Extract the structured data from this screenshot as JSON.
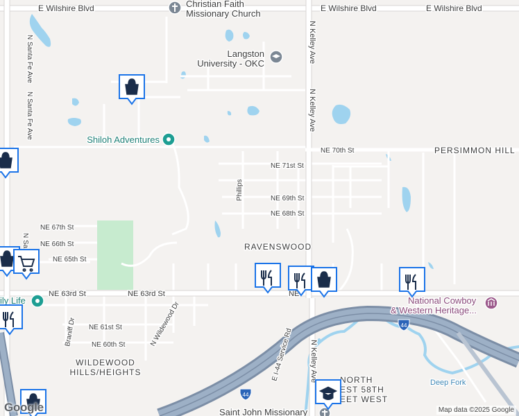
{
  "map": {
    "attribution": "Map data ©2025 Google",
    "logo_text": "Google",
    "colors": {
      "background": "#f4f2f0",
      "road": "#ffffff",
      "road_edge": "#d8d6d4",
      "highway": "#8e9fb3",
      "water": "#9fd3ef",
      "park": "#c7ebcf",
      "poi_teal": "#1e9e93",
      "pin_blue": "#1a73e8"
    }
  },
  "roads": {
    "e_wilshire_1": "E Wilshire Blvd",
    "e_wilshire_2": "E Wilshire Blvd",
    "e_wilshire_3": "E Wilshire Blvd",
    "n_santa_fe_1": "N Santa Fe Ave",
    "n_santa_fe_2": "N Santa Fe Ave",
    "n_kelley_1": "N Kelley Ave",
    "n_kelley_2": "N Kelley Ave",
    "n_kelley_3": "N Kelley Ave",
    "ne_70th": "NE 70th St",
    "ne_71st": "NE 71st St",
    "ne_69th": "NE 69th St",
    "ne_68th": "NE 68th St",
    "ne_67th": "NE 67th St",
    "ne_66th": "NE 66th St",
    "ne_65th": "NE 65th St",
    "ne_63rd_1": "NE 63rd St",
    "ne_63rd_2": "NE 63rd St",
    "ne_61st": "NE 61st St",
    "ne_60th": "NE 60th St",
    "phillips": "Phillips",
    "braniff": "Braniff Dr",
    "wildewood": "N Wildewood Dr",
    "i44_service": "E I-44 Service Rd",
    "n_san": "N San",
    "ne_partial": "NE",
    "i44_shield_1": "44",
    "i44_shield_2": "44"
  },
  "places": {
    "church": "Christian Faith Missionary Church",
    "church_line1": "Christian Faith",
    "church_line2": "Missionary Church",
    "langston_line1": "Langston",
    "langston_line2": "University - OKC",
    "shiloh": "Shiloh Adventures",
    "persimmon": "PERSIMMON HILL",
    "ravenswood": "RAVENSWOOD",
    "family_life": "ily Life",
    "cowboy_line1": "National Cowboy",
    "cowboy_line2": "& Western Heritage...",
    "wildewood_line1": "WILDEWOOD",
    "wildewood_line2": "HILLS/HEIGHTS",
    "north_line1": "NORTH",
    "north_line2": "EST 58TH",
    "north_line3": "EET WEST",
    "saint_john": "Saint John Missionary",
    "deep_fork": "Deep Fork"
  },
  "icons": {
    "church": "cross-icon",
    "langston": "graduation-cap-icon",
    "shiloh": "map-pin-icon",
    "shopping": "shopping-bag-icon",
    "cart": "shopping-cart-icon",
    "restaurant": "fork-knife-icon",
    "museum": "museum-icon",
    "school": "school-cap-icon",
    "family": "map-pin-icon"
  }
}
